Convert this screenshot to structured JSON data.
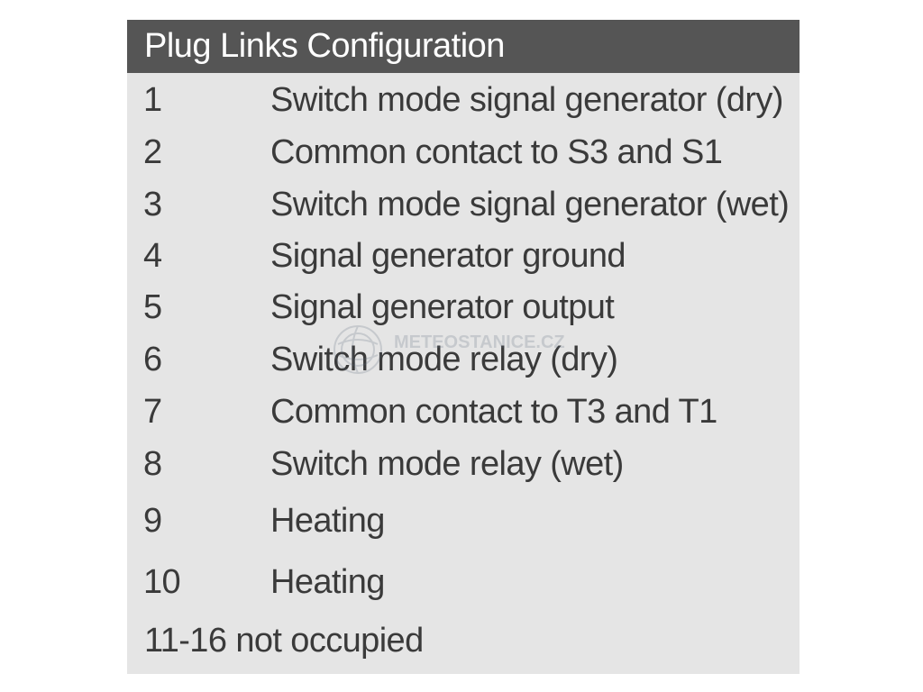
{
  "table": {
    "title": "Plug Links Configuration",
    "rows": [
      {
        "num": "1",
        "desc": "Switch mode signal generator (dry)"
      },
      {
        "num": "2",
        "desc": "Common contact to S3 and S1"
      },
      {
        "num": "3",
        "desc": "Switch mode signal generator (wet)"
      },
      {
        "num": "4",
        "desc": "Signal generator ground"
      },
      {
        "num": "5",
        "desc": "Signal generator output"
      },
      {
        "num": "6",
        "desc": "Switch mode relay (dry)"
      },
      {
        "num": "7",
        "desc": "Common contact to T3 and T1"
      },
      {
        "num": "8",
        "desc": "Switch mode relay (wet)"
      },
      {
        "num": "9",
        "desc": "Heating"
      },
      {
        "num": "10",
        "desc": "Heating"
      }
    ],
    "footer": "11-16 not occupied"
  },
  "watermark": {
    "text": "METEOSTANICE.CZ"
  },
  "colors": {
    "header_bg": "#555555",
    "body_bg": "#e5e5e5",
    "text": "#3a3a3a"
  }
}
